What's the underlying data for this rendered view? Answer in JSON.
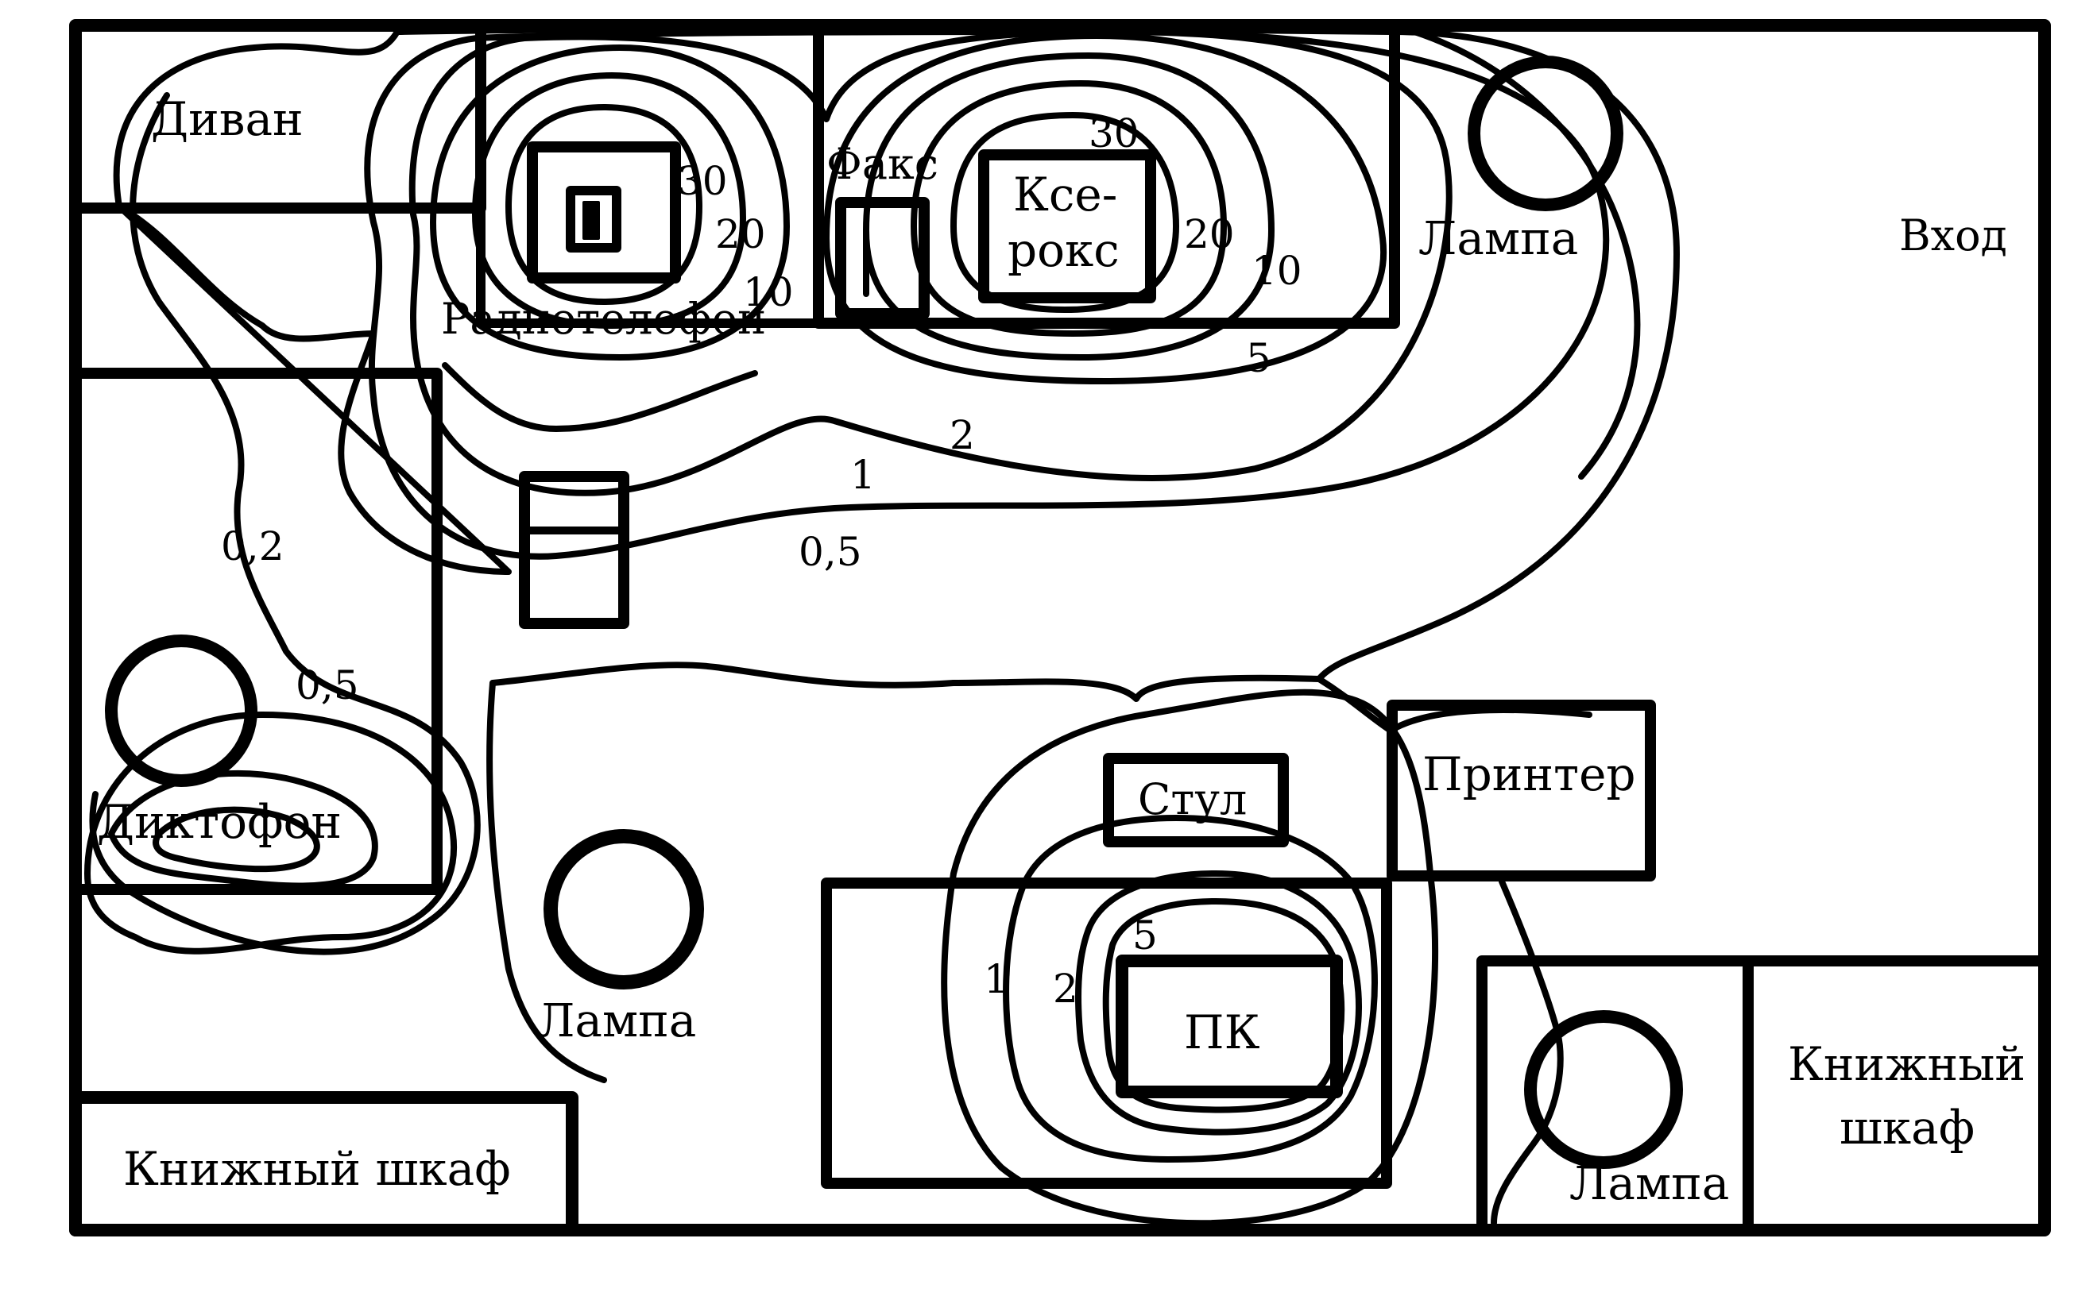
{
  "colors": {
    "line": "#000000",
    "background": "#ffffff"
  },
  "furniture": {
    "divan": "Диван",
    "radiophone": "Радиотелефон",
    "fax": "Факс",
    "xerox_line1": "Ксе-",
    "xerox_line2": "рокс",
    "lamp_top": "Лампа",
    "entrance": "Вход",
    "dictaphone": "Диктофон",
    "lamp_center": "Лампа",
    "chair": "Стул",
    "printer": "Принтер",
    "pc": "ПК",
    "bookcase_left": "Книжный шкаф",
    "bookcase_right_line1": "Книжный",
    "bookcase_right_line2": "шкаф",
    "lamp_bottom_right": "Лампа"
  },
  "contour_labels": {
    "radiophone": [
      "30",
      "20",
      "10"
    ],
    "xerox": [
      "30",
      "20",
      "10",
      "5"
    ],
    "mid": [
      "2",
      "1",
      "0,5"
    ],
    "dictaphone": [
      "0,2",
      "0,5"
    ],
    "pc": [
      "1",
      "2",
      "5"
    ]
  }
}
